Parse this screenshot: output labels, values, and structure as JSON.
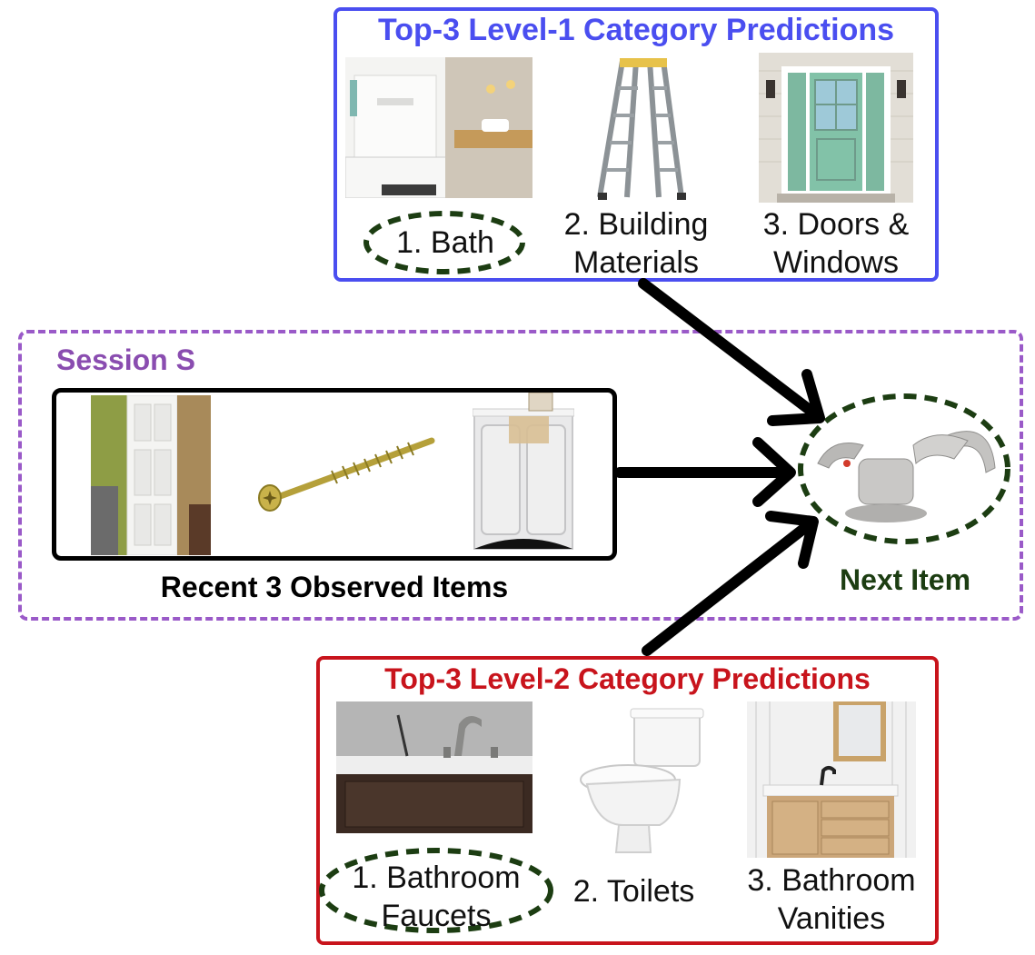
{
  "level1": {
    "title": "Top-3 Level-1 Category Predictions",
    "items": [
      {
        "label": "1. Bath"
      },
      {
        "label_line1": "2. Building",
        "label_line2": "Materials"
      },
      {
        "label_line1": "3. Doors &",
        "label_line2": "Windows"
      }
    ]
  },
  "level2": {
    "title": "Top-3 Level-2 Category Predictions",
    "items": [
      {
        "label_line1": "1. Bathroom",
        "label_line2": "Faucets"
      },
      {
        "label": "2. Toilets"
      },
      {
        "label_line1": "3. Bathroom",
        "label_line2": "Vanities"
      }
    ]
  },
  "session": {
    "label": "Session S",
    "observed_label": "Recent 3 Observed Items",
    "next_item_label": "Next Item"
  },
  "colors": {
    "level1": "#4a4ef0",
    "level2": "#c8141c",
    "session": "#9a5ac8",
    "highlight": "#1c3d12"
  }
}
